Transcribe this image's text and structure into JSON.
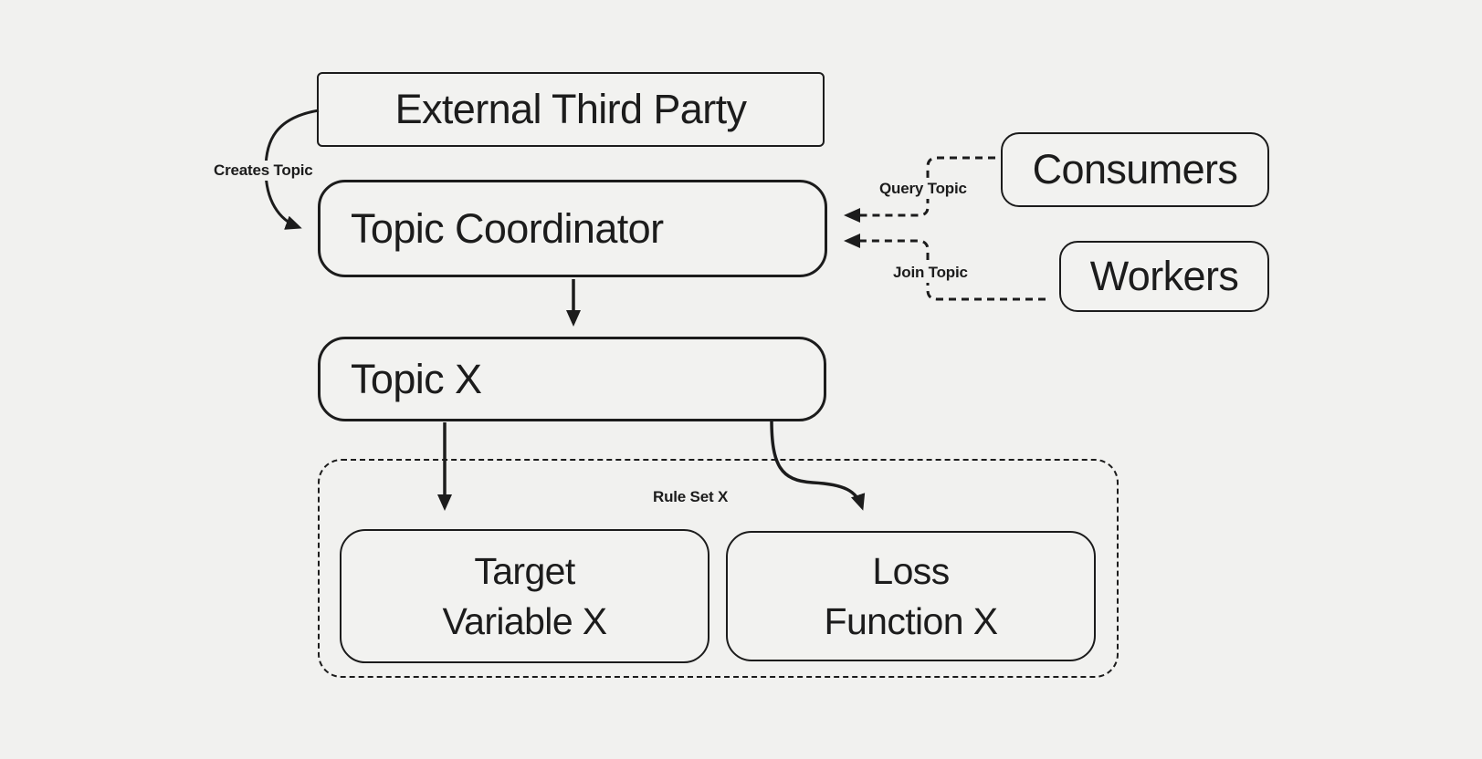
{
  "theme": {
    "bg": "#f1f1ef",
    "ink": "#1c1c1c",
    "fill": "#f2f2f0"
  },
  "nodes": {
    "external_third_party": {
      "label": "External Third Party"
    },
    "topic_coordinator": {
      "label": "Topic Coordinator"
    },
    "consumers": {
      "label": "Consumers"
    },
    "workers": {
      "label": "Workers"
    },
    "topic_x": {
      "label": "Topic X"
    },
    "target_variable_x": {
      "label": "Target\nVariable X"
    },
    "loss_function_x": {
      "label": "Loss\nFunction X"
    }
  },
  "edges": {
    "creates_topic": {
      "label": "Creates Topic"
    },
    "query_topic": {
      "label": "Query Topic"
    },
    "join_topic": {
      "label": "Join Topic"
    },
    "rule_set": {
      "label": "Rule Set X"
    }
  }
}
